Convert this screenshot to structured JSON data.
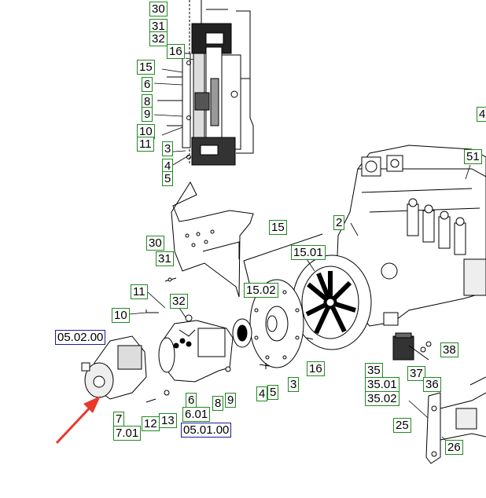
{
  "labels": {
    "l30a": "30",
    "l31a": "31",
    "l32a": "32",
    "l16a": "16",
    "l15a": "15",
    "l6a": "6",
    "l8a": "8",
    "l9a": "9",
    "l10a": "10",
    "l11a": "11",
    "l3a": "3",
    "l4a": "4",
    "l5a": "5",
    "l4r": "4",
    "l51": "51",
    "l2": "2",
    "l15b": "15",
    "l15_01": "15.01",
    "l30b": "30",
    "l31b": "31",
    "l15_02": "15.02",
    "l11b": "11",
    "l32b": "32",
    "l10b": "10",
    "l05_02_00": "05.02.00",
    "l7": "7",
    "l7_01": "7.01",
    "l12": "12",
    "l13": "13",
    "l6b": "6",
    "l6_01": "6.01",
    "l8b": "8",
    "l9b": "9",
    "l05_01_00": "05.01.00",
    "l4b": "4",
    "l5b": "5",
    "l3b": "3",
    "l16b": "16",
    "l35": "35",
    "l35_01": "35.01",
    "l35_02": "35.02",
    "l37": "37",
    "l36": "36",
    "l38": "38",
    "l25": "25",
    "l26": "26"
  },
  "colors": {
    "label_border": "#1f8a1f",
    "reference_border": "#1a1aa0",
    "arrow": "#e8392b"
  }
}
